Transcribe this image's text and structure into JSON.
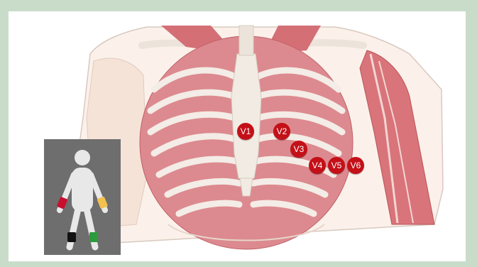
{
  "figure": {
    "electrodes": [
      {
        "id": "v1",
        "label": "V1"
      },
      {
        "id": "v2",
        "label": "V2"
      },
      {
        "id": "v3",
        "label": "V3"
      },
      {
        "id": "v4",
        "label": "V4"
      },
      {
        "id": "v5",
        "label": "V5"
      },
      {
        "id": "v6",
        "label": "V6"
      }
    ],
    "limb_lead_colors": {
      "right_arm": "#c8102e",
      "left_arm": "#f2c14e",
      "right_leg": "#111111",
      "left_leg": "#2e9a3e"
    },
    "electrode_color": "#c41018",
    "frame_color": "#c9dcc9"
  }
}
